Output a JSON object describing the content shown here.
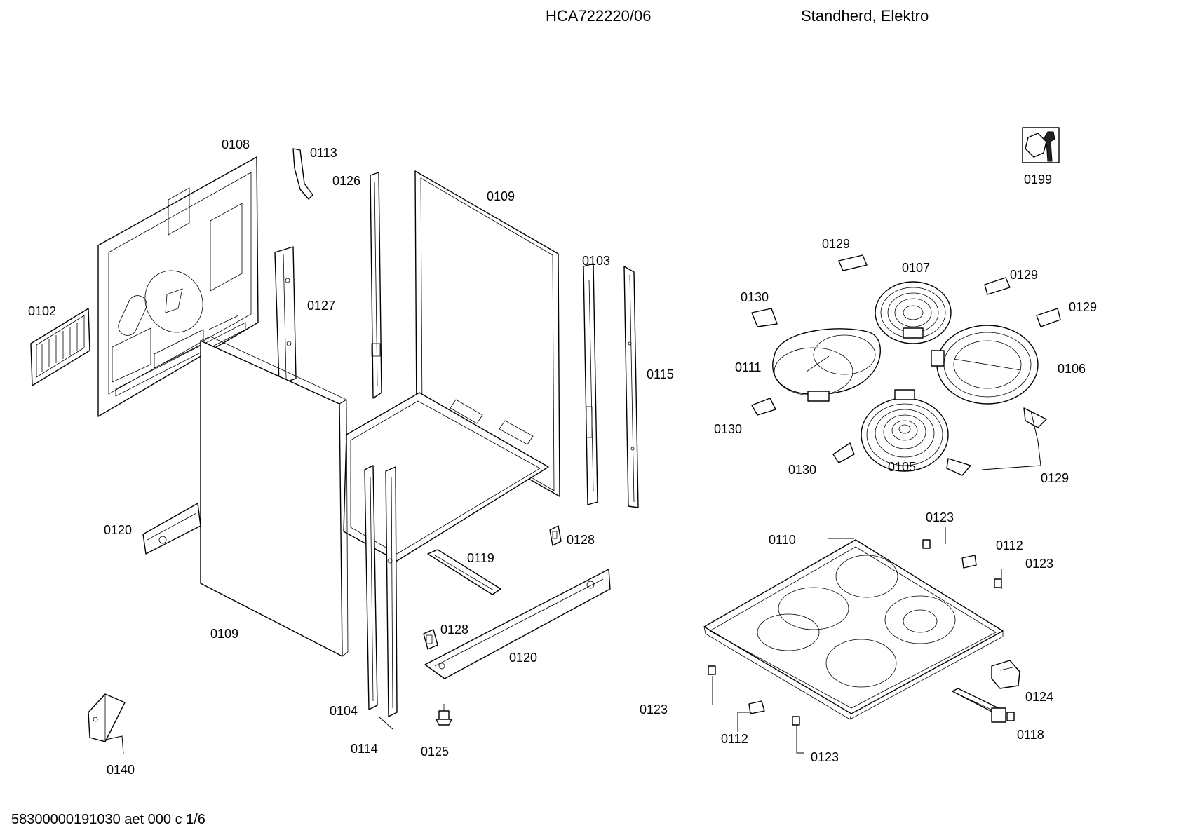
{
  "header": {
    "model": "HCA722220/06",
    "description": "Standherd, Elektro"
  },
  "footer": {
    "doc_code": "58300000191030 aet 000 c 1/6"
  },
  "labels": {
    "p0102": "0102",
    "p0108": "0108",
    "p0113": "0113",
    "p0126": "0126",
    "p0127": "0127",
    "p0109_top": "0109",
    "p0103": "0103",
    "p0115": "0115",
    "p0120_left": "0120",
    "p0109_bottom": "0109",
    "p0119": "0119",
    "p0128_top": "0128",
    "p0128_bottom": "0128",
    "p0120_right": "0120",
    "p0104": "0104",
    "p0114": "0114",
    "p0125": "0125",
    "p0140": "0140",
    "p0199": "0199",
    "p0129_top": "0129",
    "p0107": "0107",
    "p0129_mid": "0129",
    "p0129_right": "0129",
    "p0130_top": "0130",
    "p0111": "0111",
    "p0106": "0106",
    "p0130_mid": "0130",
    "p0130_bottom": "0130",
    "p0105": "0105",
    "p0129_bottom": "0129",
    "p0123_top": "0123",
    "p0110": "0110",
    "p0112_top": "0112",
    "p0123_right": "0123",
    "p0123_left": "0123",
    "p0124": "0124",
    "p0112_bottom": "0112",
    "p0118": "0118",
    "p0123_bottom": "0123"
  },
  "icons": {
    "tool_symbol": "nut-wrench-icon"
  }
}
